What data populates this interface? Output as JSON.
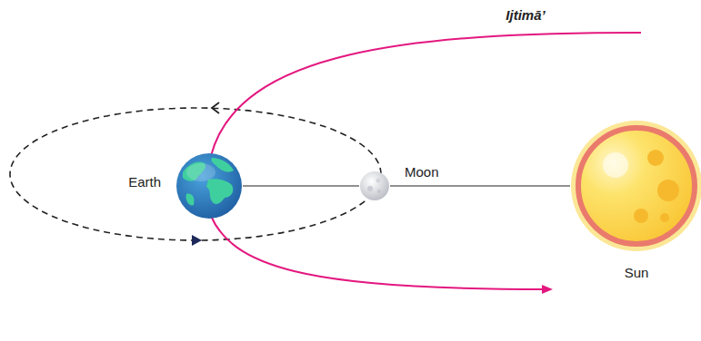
{
  "diagram": {
    "title": "Ijtimā’",
    "nodes": [
      {
        "text": [
          "Earth"
        ]
      },
      {
        "text": [
          "Moon"
        ]
      },
      {
        "text": [
          "Sun"
        ]
      }
    ],
    "edges": [
      {
        "from": 0,
        "to": 1,
        "arrow": "none"
      },
      {
        "from": 1,
        "to": 2,
        "arrow": "none"
      }
    ]
  }
}
